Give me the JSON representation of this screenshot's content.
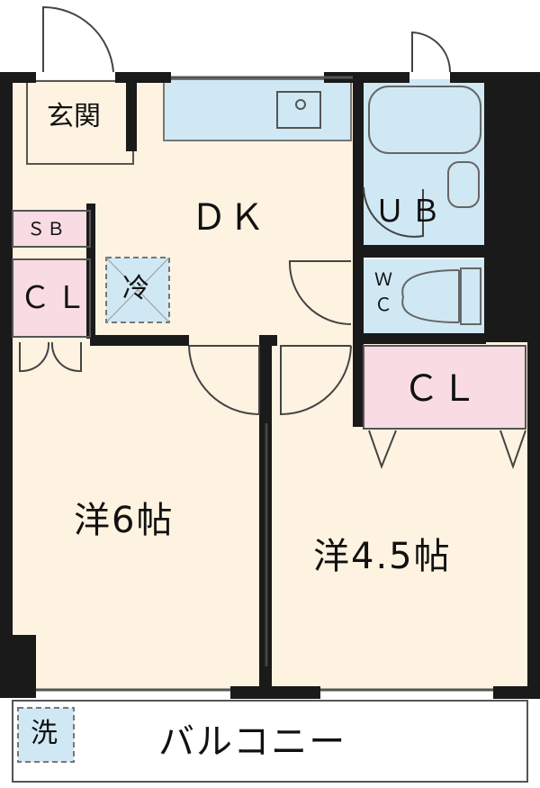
{
  "rooms": {
    "entrance": "玄関",
    "dk": "ＤＫ",
    "sb": "ＳＢ",
    "cl_left": "ＣＬ",
    "fridge": "冷",
    "ub": "ＵＢ",
    "wc_w": "Ｗ",
    "wc_c": "Ｃ",
    "cl_right": "ＣＬ",
    "western_6": "洋6帖",
    "western_45": "洋4.5帖",
    "laundry": "洗",
    "balcony": "バルコニー"
  },
  "colors": {
    "floor": "#fdf3e0",
    "wet_area": "#cfe8f4",
    "storage": "#f8dbe3",
    "wall": "#1a1a1a",
    "line": "#7a7a7a"
  }
}
